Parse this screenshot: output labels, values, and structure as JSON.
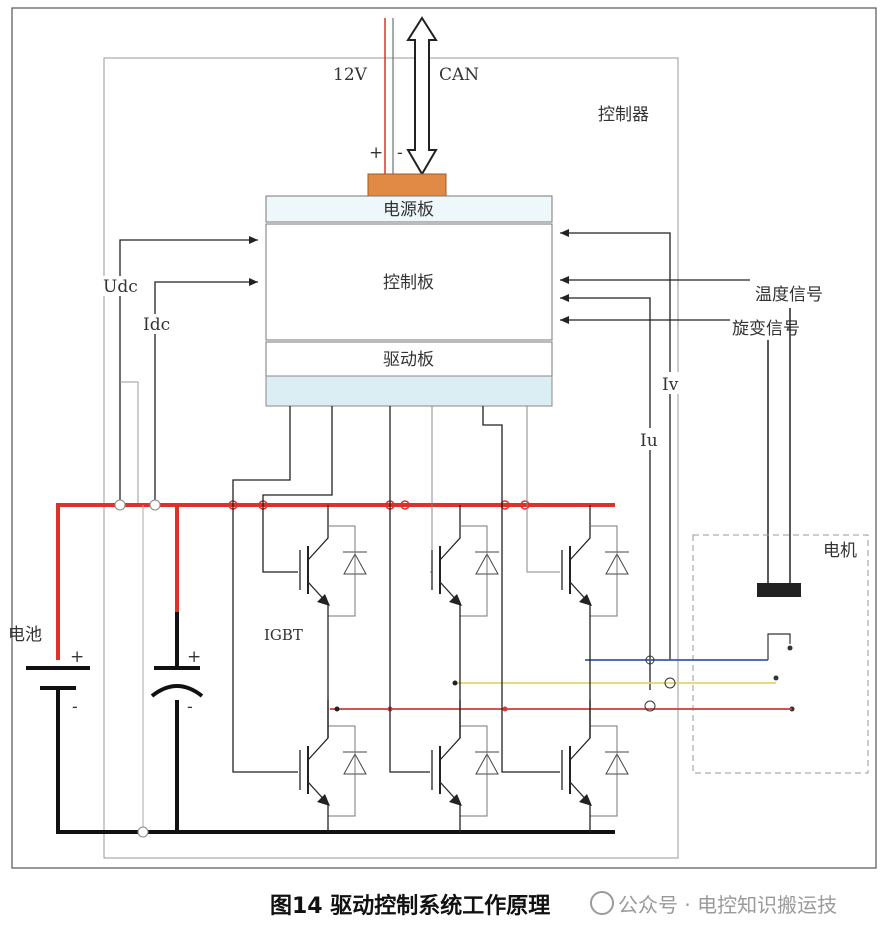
{
  "labels": {
    "v12": "12V",
    "can": "CAN",
    "plus_top": "+",
    "minus_top": "-",
    "controller": "控制器",
    "power_board": "电源板",
    "control_board": "控制板",
    "drive_board": "驱动板",
    "udc": "Udc",
    "idc": "Idc",
    "iv": "Iv",
    "iu": "Iu",
    "temp_signal": "温度信号",
    "resolver_signal": "旋变信号",
    "motor": "电机",
    "battery": "电池",
    "battery_plus": "+",
    "battery_minus": "-",
    "cap_plus": "+",
    "cap_minus": "-",
    "igbt": "IGBT"
  },
  "caption": "图14 驱动控制系统工作原理",
  "watermark": "公众号 · 电控知识搬运技",
  "colors": {
    "dc_positive": "#e0302a",
    "dc_negative": "#111111",
    "connector": "#e08a45",
    "phase_blue": "#3a5da8",
    "phase_yellow": "#e6d36a",
    "phase_red": "#d23a3a",
    "wire": "#222222",
    "thin_wire": "#888888"
  },
  "icons": [
    "can-bus-double-arrow-icon",
    "battery-icon",
    "capacitor-icon",
    "igbt-icon",
    "diode-icon",
    "motor-terminal-icon"
  ]
}
